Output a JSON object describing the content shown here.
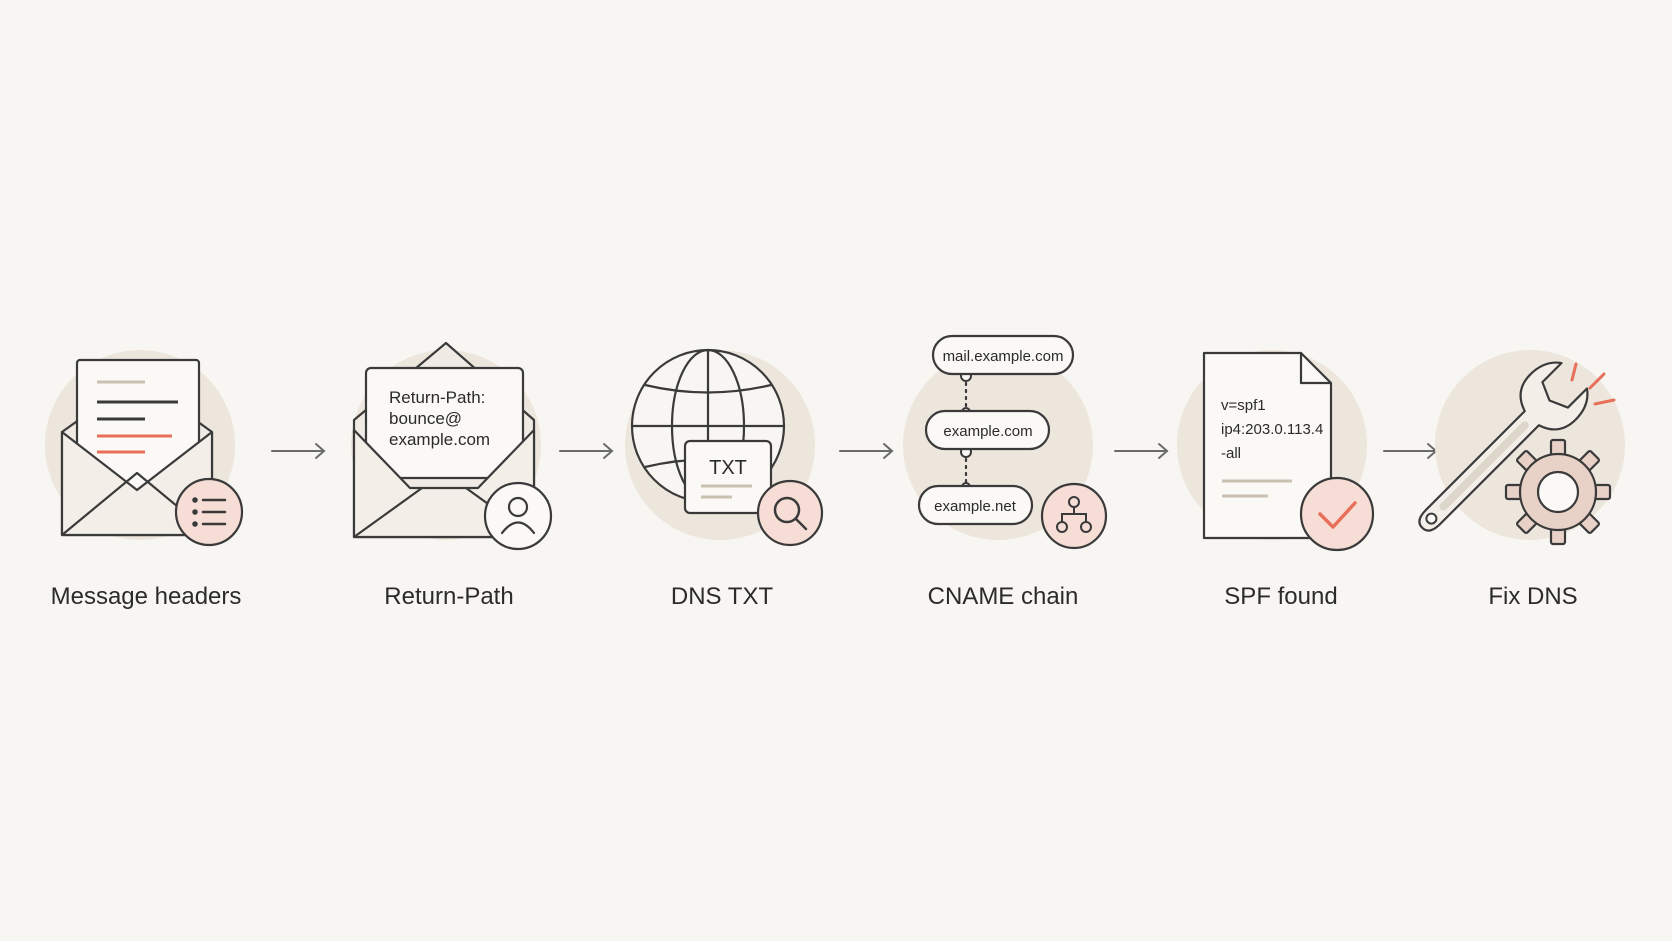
{
  "colors": {
    "background": "#f8f6f2",
    "halo": "#ece6dc",
    "stroke": "#3a3a3a",
    "accent": "#e8705a",
    "accent_fill": "#f6ded6",
    "muted_line": "#c9c0b2"
  },
  "steps": [
    {
      "label": "Message headers",
      "icon": "envelope-headers-icon",
      "badge": "list-icon"
    },
    {
      "label": "Return-Path",
      "icon": "envelope-letter-icon",
      "badge": "user-icon",
      "letter_lines": [
        "Return-Path:",
        "bounce@",
        "example.com"
      ]
    },
    {
      "label": "DNS TXT",
      "icon": "globe-icon",
      "badge": "search-icon",
      "card_text": "TXT"
    },
    {
      "label": "CNAME chain",
      "icon": "chain-icon",
      "badge": "hierarchy-icon",
      "chain": [
        "mail.example.com",
        "example.com",
        "example.net"
      ]
    },
    {
      "label": "SPF found",
      "icon": "document-icon",
      "badge": "check-icon",
      "doc_lines": [
        "v=spf1",
        "ip4:203.0.113.4",
        "-all"
      ]
    },
    {
      "label": "Fix DNS",
      "icon": "wrench-gear-icon",
      "badge": "spark-icon"
    }
  ],
  "arrows": [
    "arrow-icon",
    "arrow-icon",
    "arrow-icon",
    "arrow-icon",
    "arrow-icon"
  ]
}
